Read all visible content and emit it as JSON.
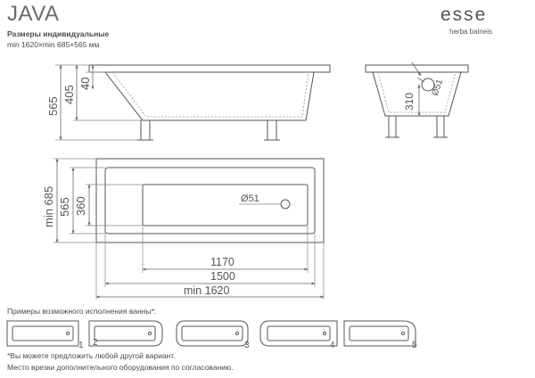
{
  "header": {
    "title": "JAVA",
    "subtitle": "Размеры индивидуальные",
    "dims": "min 1620×min 685×565 мм"
  },
  "brand": {
    "logo_text": "esse",
    "tagline": "herba balneis"
  },
  "side_view": {
    "dim_total_height": "565",
    "dim_inner_height": "405",
    "dim_rim": "40"
  },
  "end_view": {
    "dim_drain_height": "310",
    "dim_drain_diameter": "Ø51"
  },
  "top_view": {
    "dim_total_width": "min 685",
    "dim_outer_width": "565",
    "dim_inner_width": "360",
    "dim_drain": "Ø51",
    "dim_inner_length": "1170",
    "dim_outer_length": "1500",
    "dim_total_length": "min 1620"
  },
  "examples": {
    "label": "Примеры возможного исполнения ванны*:",
    "items": [
      "1",
      "2",
      "3",
      "4",
      "5"
    ]
  },
  "notes": {
    "line1": "*Вы можете предложить любой другой вариант.",
    "line2": "Место врезки дополнительного оборудования по согласованию."
  },
  "colors": {
    "line": "#555555",
    "dim_line": "#666666"
  }
}
